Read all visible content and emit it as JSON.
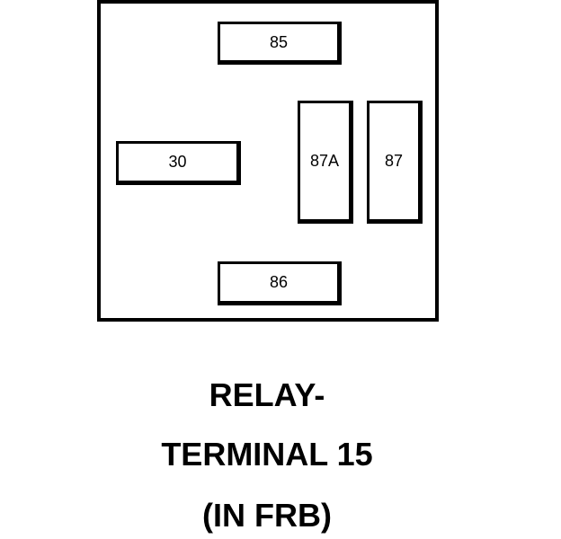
{
  "diagram": {
    "pins": {
      "p85": "85",
      "p30": "30",
      "p87a": "87A",
      "p87": "87",
      "p86": "86"
    },
    "caption": {
      "line1": "RELAY-",
      "line2": "TERMINAL 15",
      "line3": "(IN FRB)"
    },
    "colors": {
      "stroke": "#000000",
      "background": "#ffffff"
    }
  }
}
